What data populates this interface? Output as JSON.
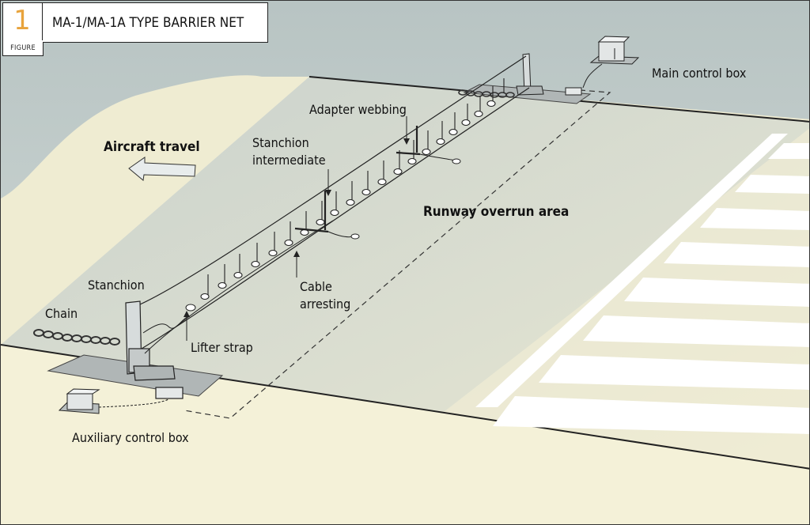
{
  "figure": {
    "number": "1",
    "tag": "FIGURE",
    "title": "MA-1/MA-1A TYPE BARRIER NET"
  },
  "labels": {
    "main_control_box": "Main control box",
    "adapter_webbing": "Adapter webbing",
    "aircraft_travel": "Aircraft travel",
    "stanchion_intermediate_line1": "Stanchion",
    "stanchion_intermediate_line2": "intermediate",
    "runway_overrun_area": "Runway overrun area",
    "stanchion": "Stanchion",
    "chain": "Chain",
    "cable_line1": "Cable",
    "cable_line2": "arresting",
    "lifter_strap": "Lifter strap",
    "auxiliary_control_box": "Auxiliary control box"
  },
  "colors": {
    "sky": "#c7d1d0",
    "ground": "#f2efd6",
    "runway": "#bec9c8",
    "stripe": "#ffffff",
    "pad": "#b0b7b7",
    "accent": "#e8a33c"
  }
}
